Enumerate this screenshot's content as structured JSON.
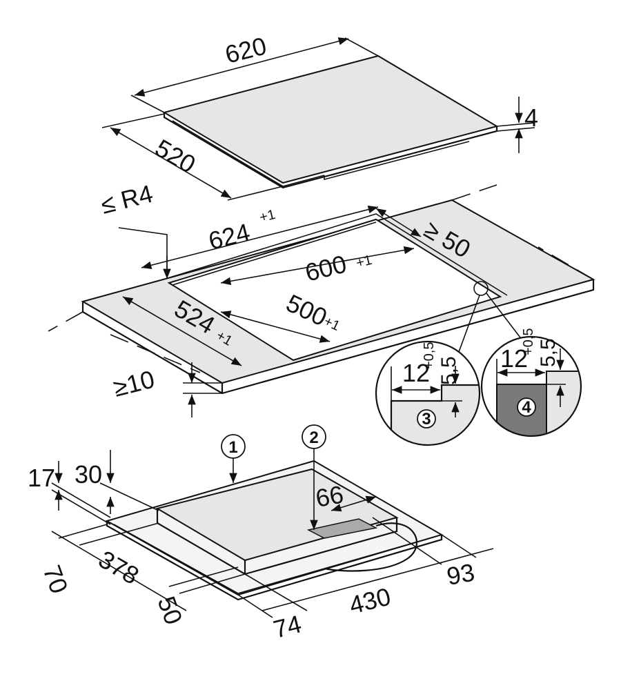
{
  "hob_dimensions": {
    "width": "620",
    "depth": "520",
    "glass_thickness": "4"
  },
  "cutout": {
    "corner_radius": "≤ R4",
    "rebate_width": "624",
    "rebate_width_tol": "+1",
    "rear_clearance": "≥ 50",
    "cutout_width": "600",
    "cutout_width_tol": "+1",
    "cutout_depth": "500",
    "cutout_depth_tol": "+1",
    "rebate_depth": "524",
    "rebate_depth_tol": "+1",
    "min_front_clearance": "≥10"
  },
  "details": [
    {
      "callout": "3",
      "rebate": "12",
      "rebate_tol": "+0,5",
      "depth": "5,5"
    },
    {
      "callout": "4",
      "rebate": "12",
      "rebate_tol": "+0,5",
      "depth": "5,5"
    }
  ],
  "underside": {
    "callouts": [
      "1",
      "2"
    ],
    "dims": {
      "d17": "17",
      "d30": "30",
      "d66": "66",
      "d70": "70",
      "d378": "378",
      "d50": "50",
      "d74": "74",
      "d430": "430",
      "d93": "93"
    }
  },
  "colors": {
    "surface": "#e6e6e6",
    "detail_fill": "#7a7a7a",
    "line": "#111111"
  }
}
